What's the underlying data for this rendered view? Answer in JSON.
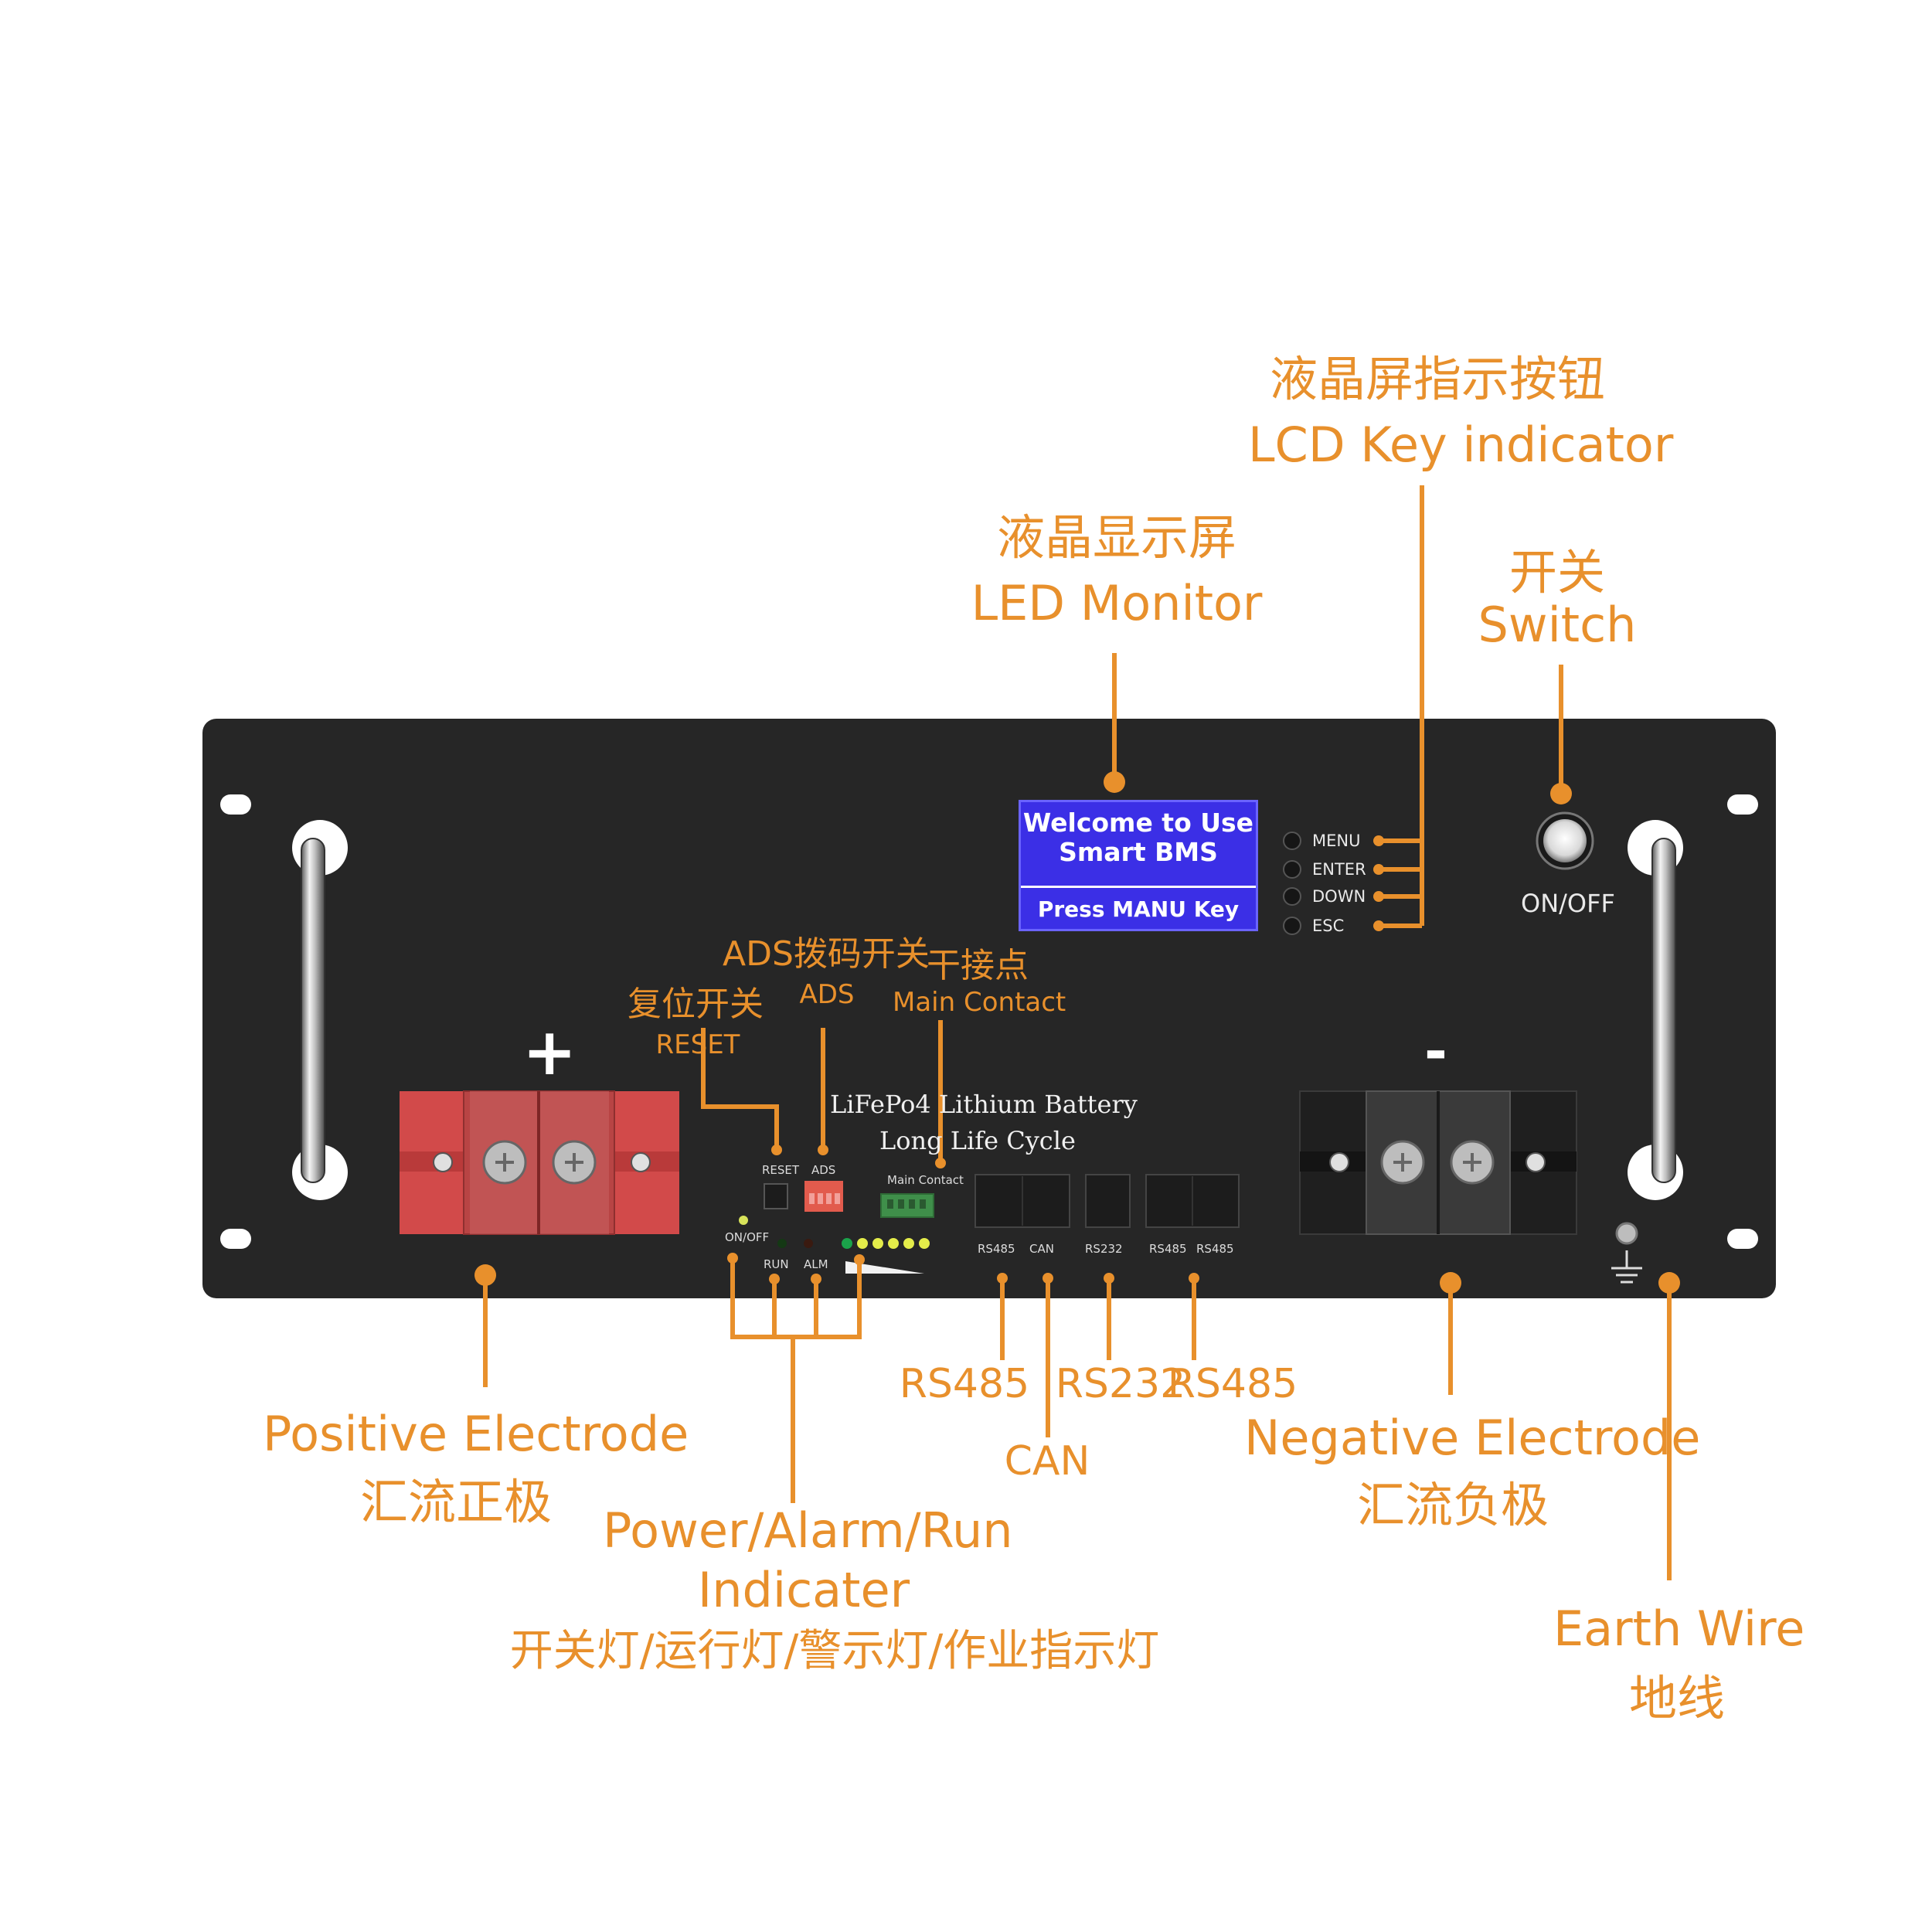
{
  "colors": {
    "accent": "#e8902c",
    "panel": "#262626",
    "lcd_bg": "#3b2fe6",
    "positive_terminal": "#d24a4a",
    "negative_terminal": "#2b2b2b"
  },
  "annotations": {
    "lcd_key_cn": "液晶屏指示按钮",
    "lcd_key_en": "LCD Key indicator",
    "led_monitor_cn": "液晶显示屏",
    "led_monitor_en": "LED Monitor",
    "switch_cn": "开关",
    "switch_en": "Switch",
    "ads_cn": "ADS拨码开关",
    "ads_en": "ADS",
    "main_contact_cn": "干接点",
    "main_contact_en": "Main Contact",
    "reset_cn": "复位开关",
    "reset_en": "RESET",
    "rs485_left": "RS485",
    "can": "CAN",
    "rs232": "RS232",
    "rs485_right": "RS485",
    "positive_en": "Positive Electrode",
    "positive_cn": "汇流正极",
    "negative_en": "Negative Electrode",
    "negative_cn": "汇流负极",
    "indicator_en_1": "Power/Alarm/Run",
    "indicator_en_2": "Indicater",
    "indicator_cn": "开关灯/运行灯/警示灯/作业指示灯",
    "earth_en": "Earth Wire",
    "earth_cn": "地线"
  },
  "panel": {
    "lcd": {
      "line1": "Welcome to Use",
      "line2": "Smart BMS",
      "line3": "Press MANU Key"
    },
    "keys": [
      "MENU",
      "ENTER",
      "DOWN",
      "ESC"
    ],
    "switch_label": "ON/OFF",
    "title_line1": "LiFePo4 Lithium Battery",
    "title_line2": "Long Life Cycle",
    "plus_sign": "+",
    "minus_sign": "-",
    "small_labels": {
      "reset": "RESET",
      "ads": "ADS",
      "main_contact": "Main Contact",
      "onoff": "ON/OFF",
      "run": "RUN",
      "alm": "ALM"
    },
    "ports": [
      "RS485",
      "CAN",
      "RS232",
      "RS485",
      "RS485"
    ]
  }
}
